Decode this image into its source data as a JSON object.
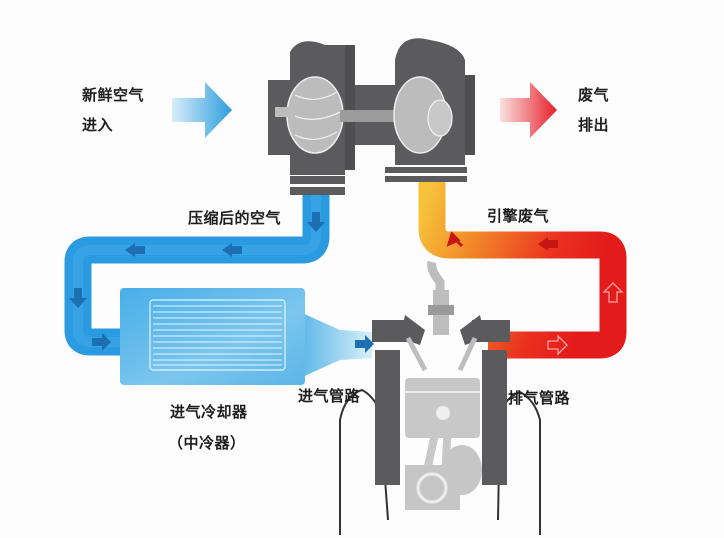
{
  "labels": {
    "fresh_air_line1": "新鲜空气",
    "fresh_air_line2": "进入",
    "exhaust_line1": "废气",
    "exhaust_line2": "排出",
    "compressed_air": "压缩后的空气",
    "engine_exhaust": "引擎废气",
    "intercooler_line1": "进气冷却器",
    "intercooler_line2": "（中冷器）",
    "intake_manifold": "进气管路",
    "exhaust_manifold": "排气管路"
  },
  "colors": {
    "cold_air": "#2a9be0",
    "hot_exhaust": "#e8261c",
    "warm_exhaust": "#f3a62a",
    "metal_dark": "#5a5a5c",
    "metal_light": "#bdbdbd"
  }
}
